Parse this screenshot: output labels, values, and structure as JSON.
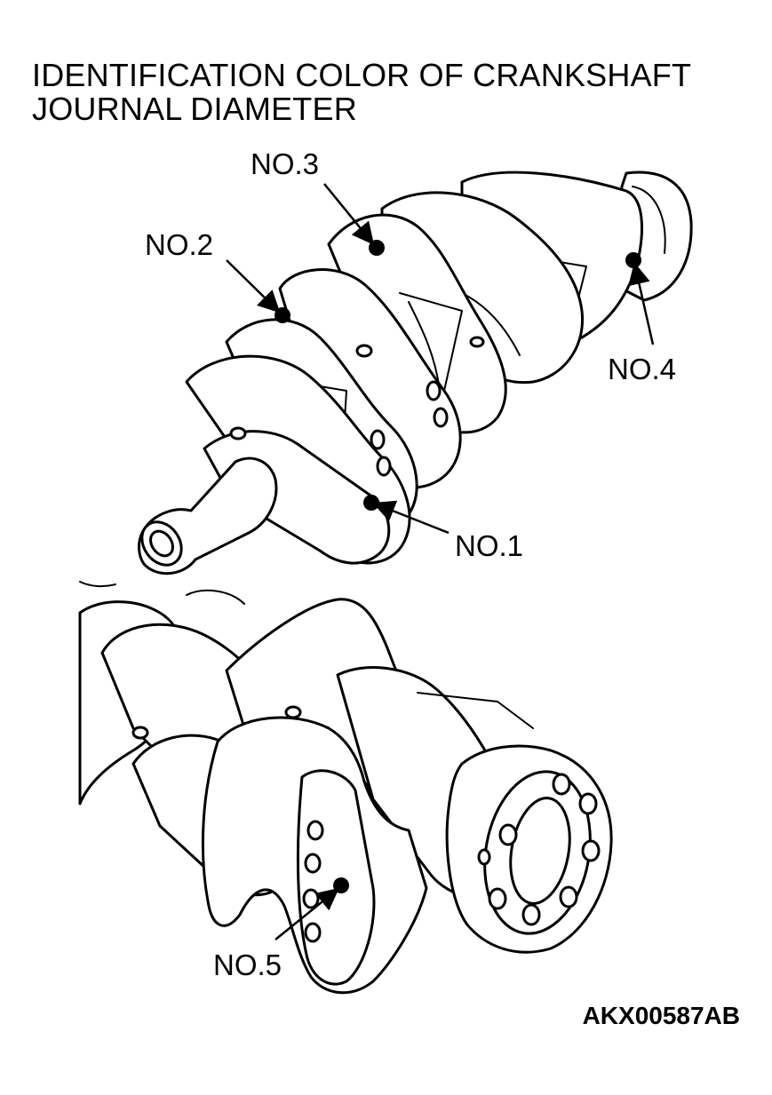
{
  "title": {
    "line1": "IDENTIFICATION COLOR OF CRANKSHAFT",
    "line2": "JOURNAL DIAMETER"
  },
  "callouts": {
    "no1": "NO.1",
    "no2": "NO.2",
    "no3": "NO.3",
    "no4": "NO.4",
    "no5": "NO.5"
  },
  "figure_id": "AKX00587AB"
}
